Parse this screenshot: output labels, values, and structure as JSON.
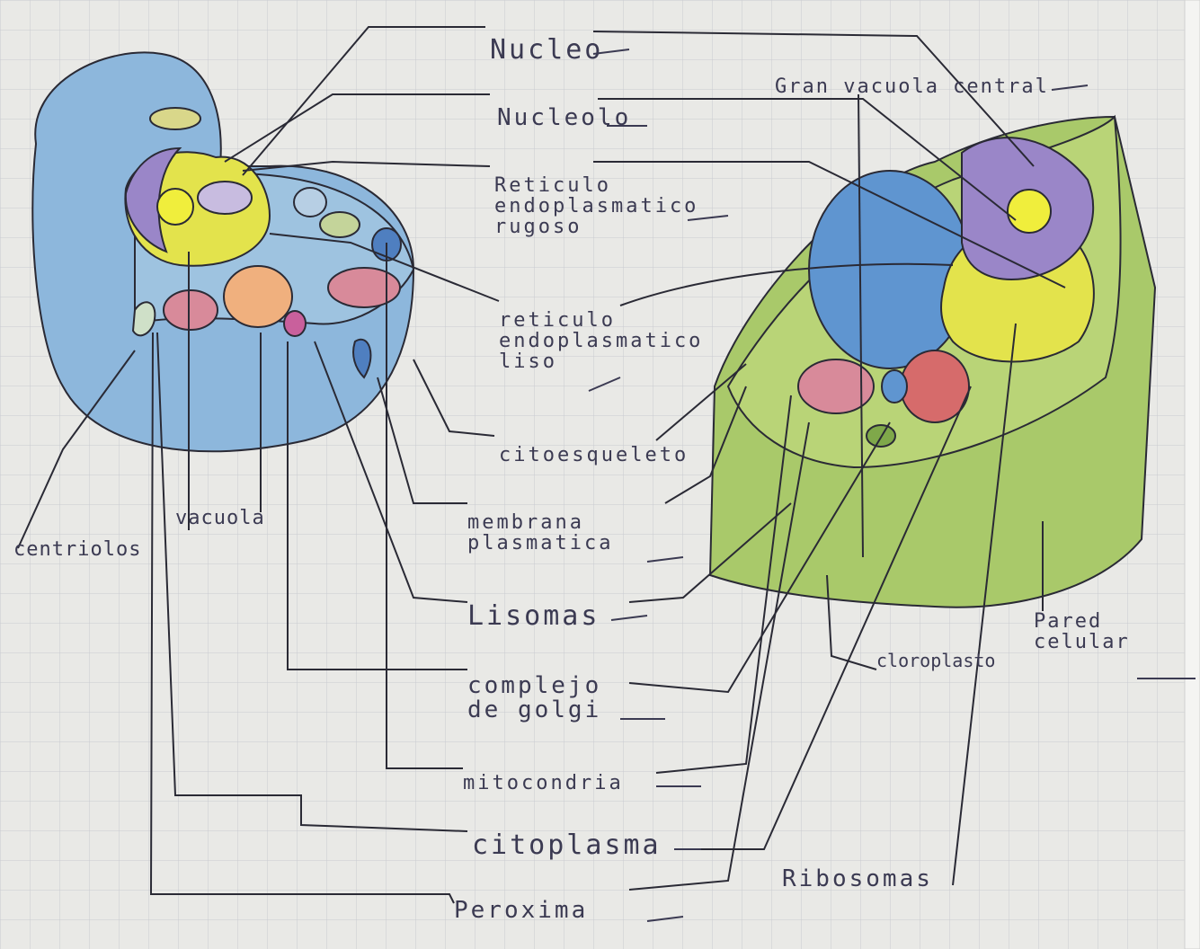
{
  "labels": {
    "nucleo": "Nucleo",
    "nucleolo": "Nucleolo",
    "reticulo_rugoso": "Reticulo\nendoplasmatico\nrugoso",
    "reticulo_liso": "reticulo\nendoplasmatico\nliso",
    "citoesqueleto": "citoesqueleto",
    "membrana": "membrana\nplasmatica",
    "lisosomas": "Lisomas",
    "golgi": "complejo\nde golgi",
    "mitocondria": "mitocondria",
    "citoplasma": "citoplasma",
    "peroxisoma": "Peroxima",
    "centriolos": "centriolos",
    "vacuola": "vacuola",
    "gran_vacuola": "Gran vacuola central",
    "cloroplasto": "cloroplasto",
    "pared_celular": "Pared\ncelular",
    "ribosomas": "Ribosomas"
  },
  "colors": {
    "paper": "#e9e9e6",
    "grid": "#c9cbd0",
    "ink": "#2a2a35",
    "animal_cytoplasm": "#8db7dc",
    "plant_cytoplasm": "#a9c96a",
    "vacuole_blue": "#5f95d0",
    "nucleus_purple": "#9a86c8",
    "nucleolus_yellow": "#e7ea4f",
    "mitochondria_pink": "#d88a9a",
    "chloroplast_green": "#7fa84a",
    "orange": "#f0b07e"
  }
}
